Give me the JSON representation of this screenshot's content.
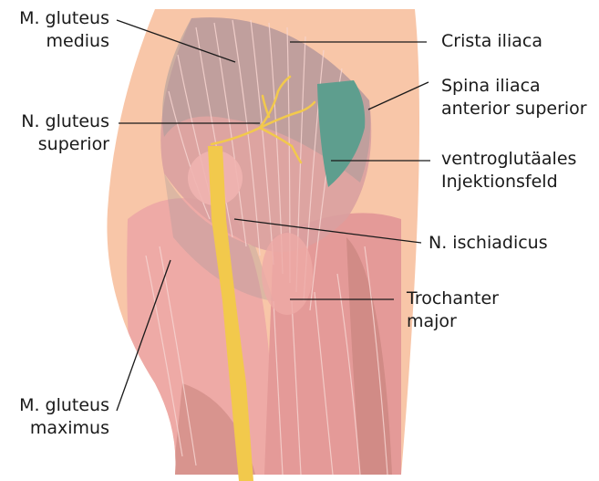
{
  "figure": {
    "colors": {
      "skin": "#f8c6a8",
      "muscle_light": "#eeaaa6",
      "muscle_mid": "#e49a98",
      "muscle_dark": "#c9857f",
      "fascia_gray": "#a89a9a",
      "nerve": "#f2c94c",
      "injection_field": "#5e9e8e",
      "leader_line": "#1a1a1a"
    },
    "labels": {
      "gluteus_medius": [
        "M. gluteus",
        "medius"
      ],
      "gluteus_superior": [
        "N. gluteus",
        "superior"
      ],
      "gluteus_maximus": [
        "M. gluteus",
        "maximus"
      ],
      "crista_iliaca": [
        "Crista iliaca"
      ],
      "spina_iliaca": [
        "Spina iliaca",
        "anterior superior"
      ],
      "ventrogluteal": [
        "ventroglutäales",
        "Injektionsfeld"
      ],
      "ischiadicus": [
        "N. ischiadicus"
      ],
      "trochanter": [
        "Trochanter",
        "major"
      ]
    }
  }
}
